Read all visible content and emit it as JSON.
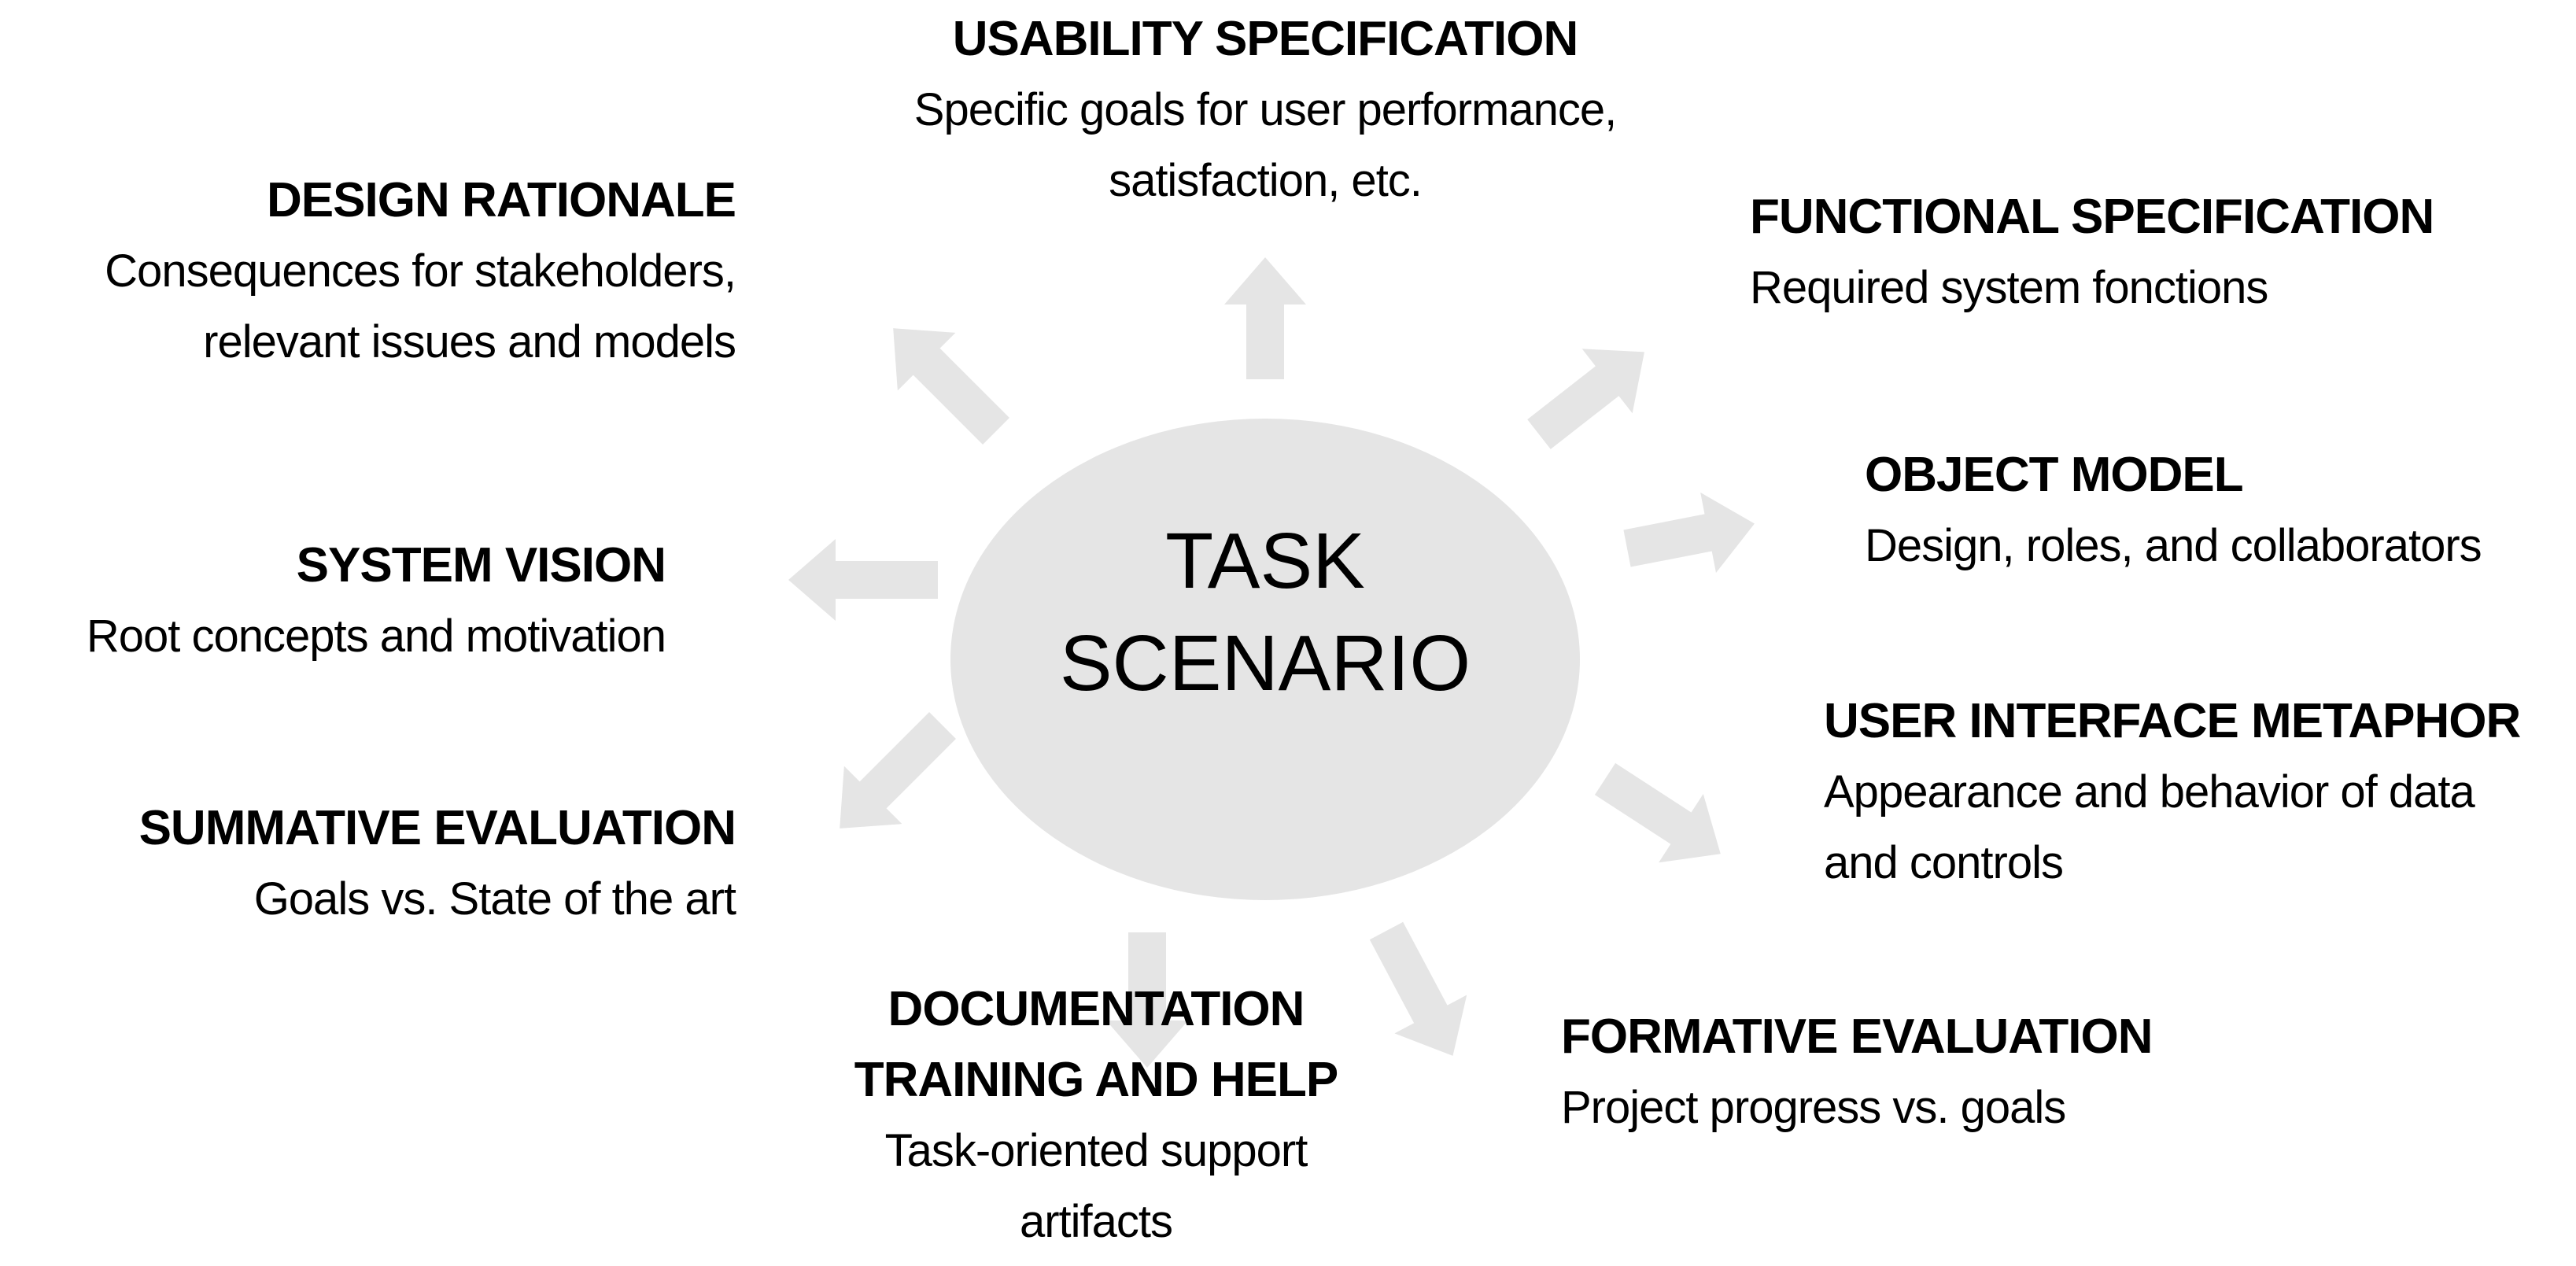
{
  "diagram": {
    "background_color": "#ffffff",
    "shape_fill_color": "#e5e5e5",
    "text_color": "#000000",
    "center": {
      "line1": "TASK",
      "line2": "SCENARIO"
    },
    "nodes": [
      {
        "id": "usability-specification",
        "title": "USABILITY SPECIFICATION",
        "desc_lines": [
          "Specific goals for user performance,",
          "satisfaction, etc."
        ]
      },
      {
        "id": "functional-specification",
        "title": "FUNCTIONAL SPECIFICATION",
        "desc_lines": [
          "Required system fonctions"
        ]
      },
      {
        "id": "object-model",
        "title": "OBJECT MODEL",
        "desc_lines": [
          "Design, roles, and collaborators"
        ]
      },
      {
        "id": "user-interface-metaphor",
        "title": "USER INTERFACE METAPHOR",
        "desc_lines": [
          "Appearance and behavior of data",
          "and controls"
        ]
      },
      {
        "id": "formative-evaluation",
        "title": "FORMATIVE EVALUATION",
        "desc_lines": [
          "Project progress vs. goals"
        ]
      },
      {
        "id": "documentation-training-and-help",
        "title_lines": [
          "DOCUMENTATION",
          "TRAINING AND HELP"
        ],
        "desc_lines": [
          "Task-oriented support",
          "artifacts"
        ]
      },
      {
        "id": "summative-evaluation",
        "title": "SUMMATIVE EVALUATION",
        "desc_lines": [
          "Goals vs. State of the art"
        ]
      },
      {
        "id": "system-vision",
        "title": "SYSTEM VISION",
        "desc_lines": [
          "Root concepts and motivation"
        ]
      },
      {
        "id": "design-rationale",
        "title": "DESIGN RATIONALE",
        "desc_lines": [
          "Consequences for stakeholders,",
          "relevant issues and models"
        ]
      }
    ],
    "arrow_directions": [
      "up",
      "up-left",
      "left",
      "down-left",
      "down",
      "down-right",
      "right-down",
      "right",
      "up-right"
    ]
  }
}
